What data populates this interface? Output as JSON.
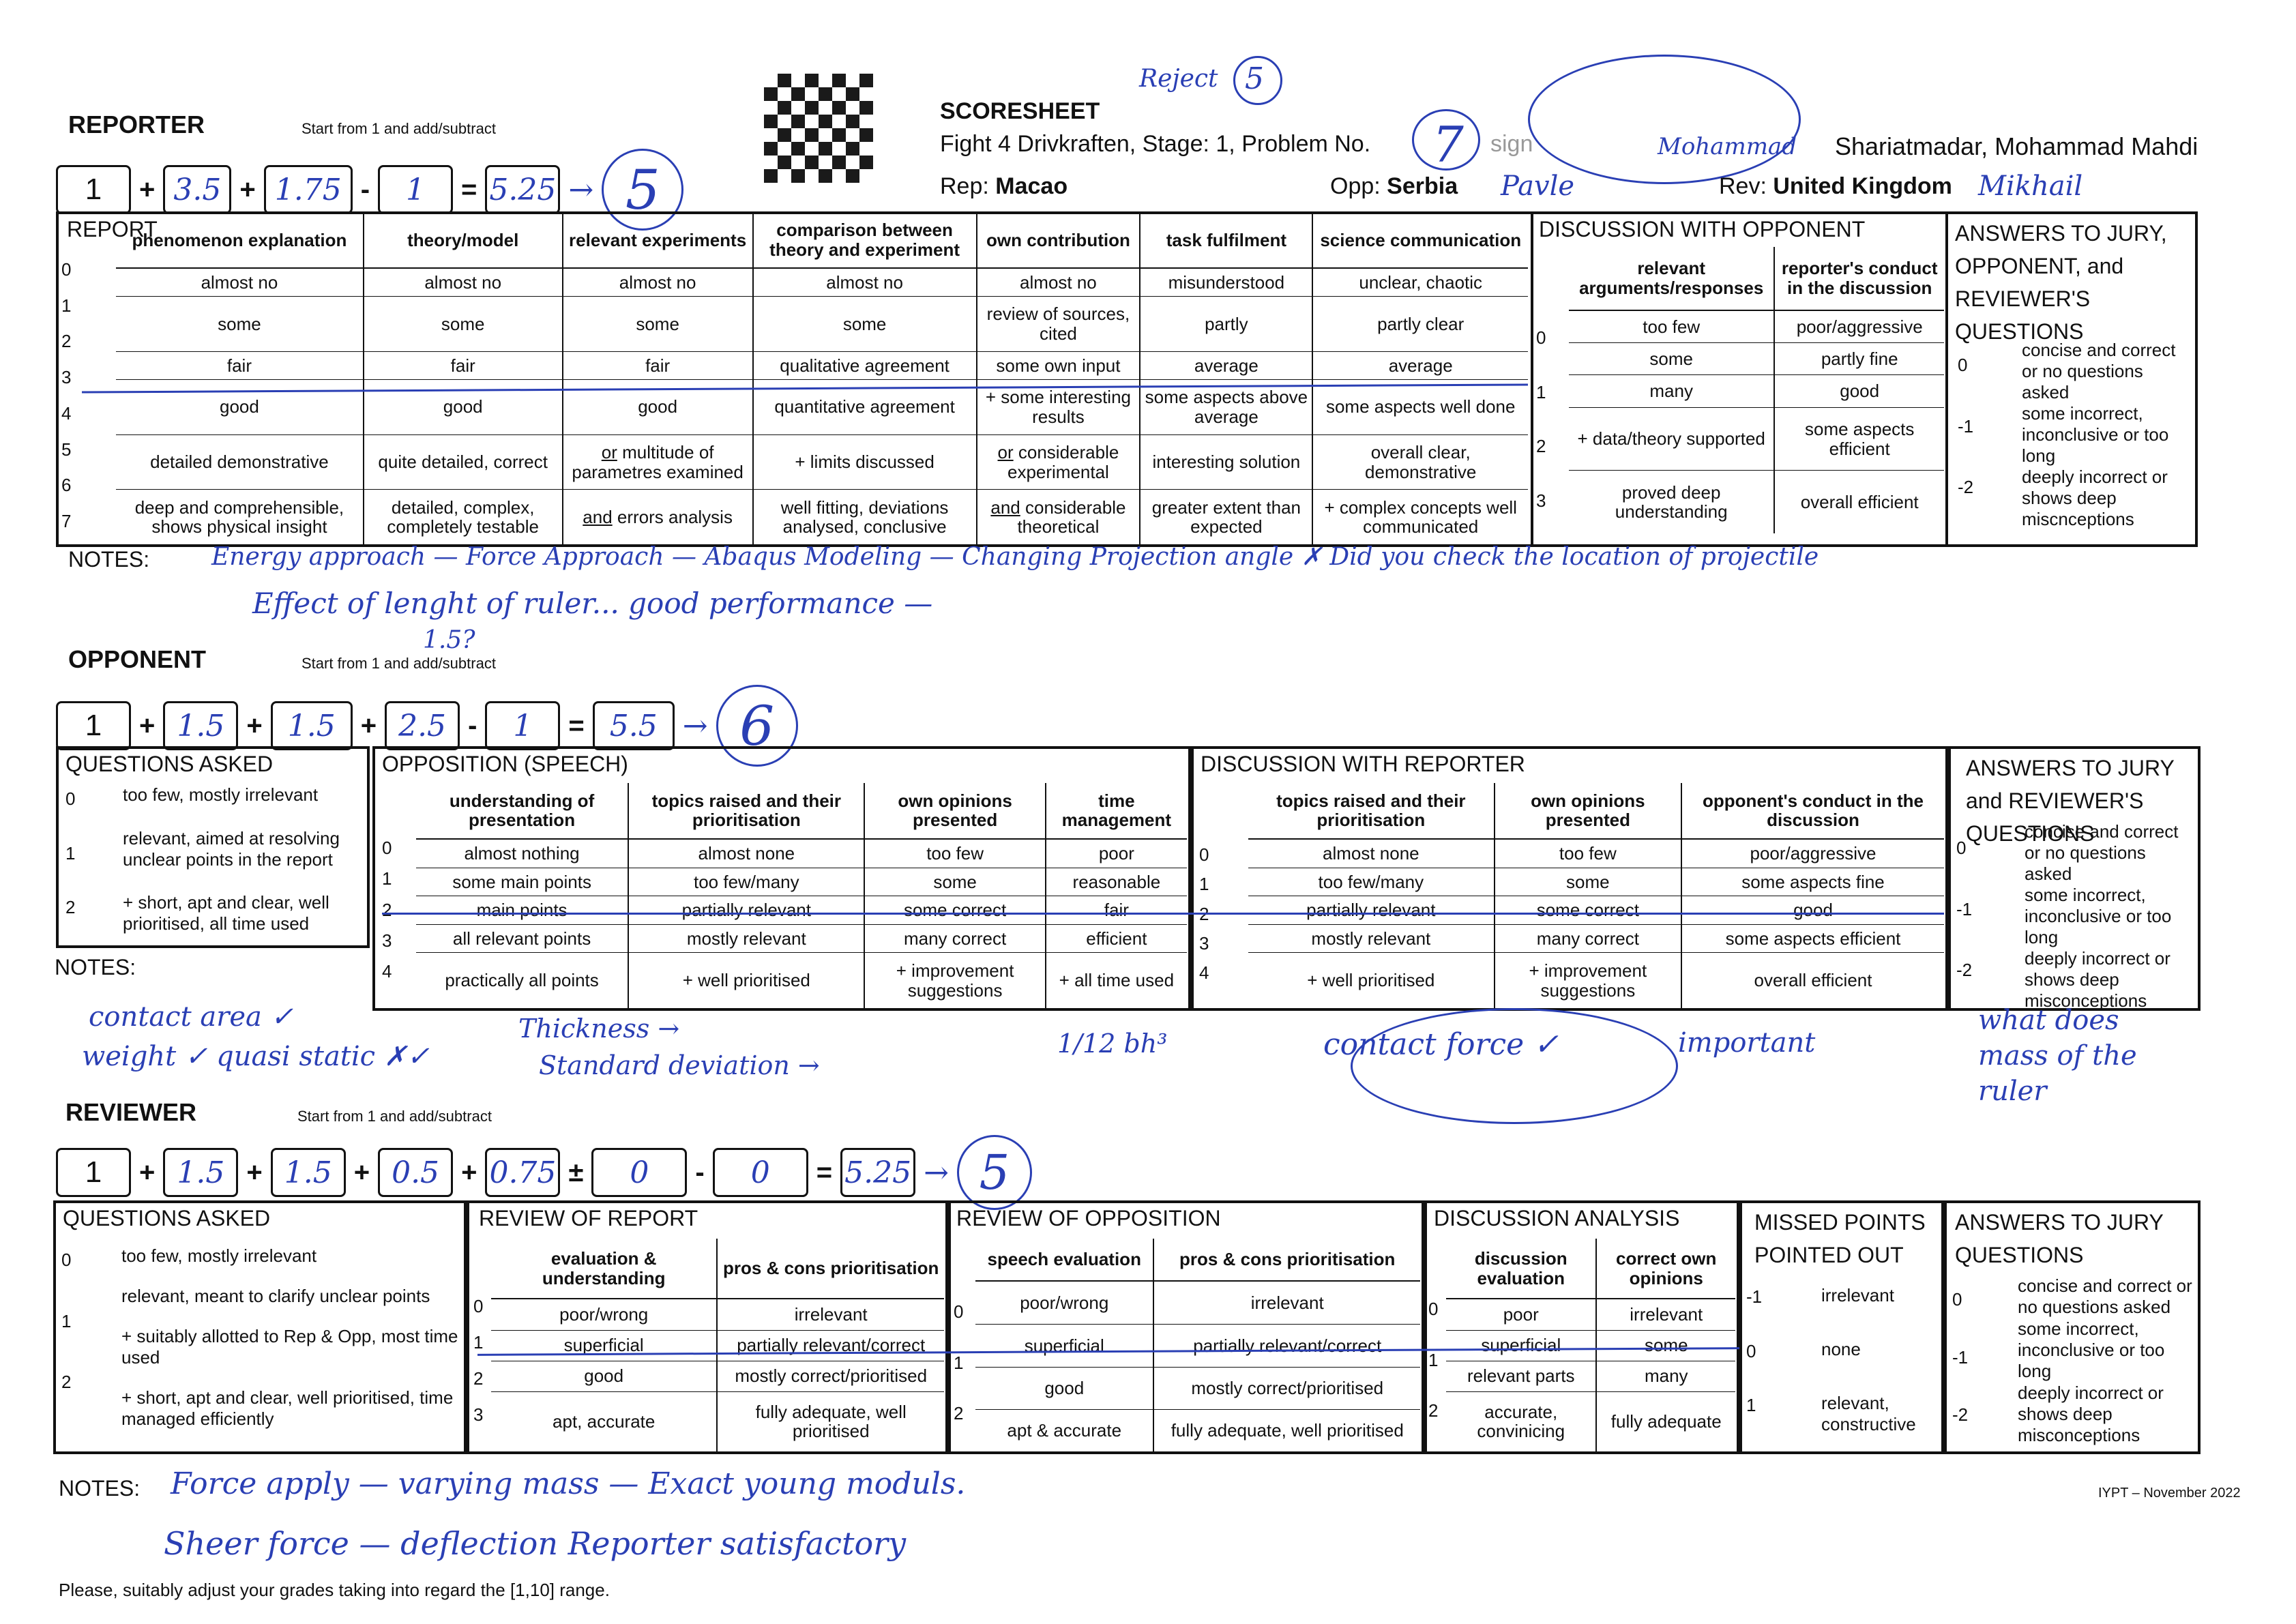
{
  "header": {
    "title": "SCORESHEET",
    "fight_line": "Fight 4 Drivkraften, Stage: 1, Problem No.",
    "problem_no": "7",
    "sign_label": "sign",
    "rep_label": "Rep:",
    "rep": "Macao",
    "opp_label": "Opp:",
    "opp": "Serbia",
    "rev_label": "Rev:",
    "rev": "United Kingdom",
    "juror": "Shariatmadar, Mohammad Mahdi",
    "hw_reject": "Reject",
    "hw_reject_num": "5",
    "hw_opp_name": "Pavle",
    "hw_rev_name": "Mikhail",
    "hw_signature": "Mohammad"
  },
  "reporter": {
    "title": "REPORTER",
    "hint": "Start from 1 and add/subtract",
    "boxes": [
      "1",
      "3.5",
      "1.75",
      "1",
      "5.25"
    ],
    "ops": [
      "+",
      "+",
      "-",
      "="
    ],
    "final": "5",
    "table_title": "REPORT",
    "headers": [
      "phenomenon explanation",
      "theory/model",
      "relevant experiments",
      "comparison between theory and experiment",
      "own contribution",
      "task fulfilment",
      "science communication"
    ],
    "rows": [
      [
        "almost no",
        "almost no",
        "almost no",
        "almost no",
        "almost no",
        "misunderstood",
        "unclear, chaotic"
      ],
      [
        "some",
        "some",
        "some",
        "some",
        "review of sources, cited",
        "partly",
        "partly clear"
      ],
      [
        "fair",
        "fair",
        "fair",
        "qualitative agreement",
        "some own input",
        "average",
        "average"
      ],
      [
        "good",
        "good",
        "good",
        "quantitative agreement",
        "+ some interesting results",
        "some aspects above average",
        "some aspects well done"
      ],
      [
        "detailed demonstrative",
        "quite detailed, correct",
        "multitude of parametres examined",
        "+ limits discussed",
        "considerable experimental",
        "interesting solution",
        "overall clear, demonstrative"
      ],
      [
        "deep and comprehensible, shows physical insight",
        "detailed, complex, completely testable",
        "errors analysis",
        "well fitting, deviations analysed, conclusive",
        "considerable theoretical",
        "greater extent than expected",
        "+ complex concepts well communicated"
      ]
    ],
    "scale": [
      "0",
      "1",
      "2",
      "3",
      "4",
      "5",
      "6",
      "7"
    ],
    "or": "or",
    "and": "and",
    "disc_title": "DISCUSSION WITH OPPONENT",
    "disc_headers": [
      "relevant arguments/responses",
      "reporter's conduct in the discussion"
    ],
    "disc_rows": [
      [
        "too few",
        "poor/aggressive"
      ],
      [
        "some",
        "partly fine"
      ],
      [
        "many",
        "good"
      ],
      [
        "+ data/theory supported",
        "some aspects efficient"
      ],
      [
        "proved deep understanding",
        "overall efficient"
      ]
    ],
    "disc_scale": [
      "0",
      "1",
      "2",
      "3"
    ],
    "ans_title": "ANSWERS TO JURY, OPPONENT, and REVIEWER'S QUESTIONS",
    "ans_items": [
      "concise and correct or no questions asked",
      "some incorrect, inconclusive or too long",
      "deeply incorrect or shows deep miscnceptions"
    ],
    "ans_scale": [
      "0",
      "-1",
      "-2"
    ],
    "notes_label": "NOTES:",
    "notes_1": "Energy approach — Force Approach — Abaqus Modeling — Changing Projection angle ✗ Did you check the location of projectile",
    "notes_2": "Effect of lenght of ruler... good performance —"
  },
  "opponent": {
    "title": "OPPONENT",
    "hint": "Start from 1 and add/subtract",
    "boxes": [
      "1",
      "1.5",
      "1.5",
      "2.5",
      "1",
      "5.5"
    ],
    "ops": [
      "+",
      "+",
      "+",
      "-",
      "="
    ],
    "final": "6",
    "hw_above": "1.5?",
    "q_title": "QUESTIONS ASKED",
    "q_items": [
      "too few, mostly irrelevant",
      "relevant, aimed at resolving unclear points in the report",
      "+ short, apt and clear, well prioritised, all time used"
    ],
    "q_scale": [
      "0",
      "1",
      "2"
    ],
    "speech_title": "OPPOSITION (SPEECH)",
    "speech_headers": [
      "understanding of presentation",
      "topics raised and their prioritisation",
      "own opinions presented",
      "time management"
    ],
    "speech_rows": [
      [
        "almost nothing",
        "almost none",
        "too few",
        "poor"
      ],
      [
        "some main points",
        "too few/many",
        "some",
        "reasonable"
      ],
      [
        "main points",
        "partially relevant",
        "some correct",
        "fair"
      ],
      [
        "all relevant points",
        "mostly relevant",
        "many correct",
        "efficient"
      ],
      [
        "practically all points",
        "+ well prioritised",
        "+ improvement suggestions",
        "+ all time used"
      ]
    ],
    "scale5": [
      "0",
      "1",
      "2",
      "3",
      "4"
    ],
    "disc_title": "DISCUSSION WITH REPORTER",
    "disc_headers": [
      "topics raised and their prioritisation",
      "own opinions presented",
      "opponent's conduct in the discussion"
    ],
    "disc_rows": [
      [
        "almost none",
        "too few",
        "poor/aggressive"
      ],
      [
        "too few/many",
        "some",
        "some aspects fine"
      ],
      [
        "partially relevant",
        "some correct",
        "good"
      ],
      [
        "mostly relevant",
        "many correct",
        "some aspects efficient"
      ],
      [
        "+ well prioritised",
        "+ improvement suggestions",
        "overall efficient"
      ]
    ],
    "ans_title": "ANSWERS TO JURY and REVIEWER'S QUESTIONS",
    "ans_items": [
      "concise and correct or no questions asked",
      "some incorrect, inconclusive or too long",
      "deeply incorrect or shows deep misconceptions"
    ],
    "ans_scale": [
      "0",
      "-1",
      "-2"
    ],
    "notes_label": "NOTES:",
    "hw_notes": [
      "contact area ✓",
      "weight ✓  quasi static ✗✓",
      "Thickness →",
      "Standard deviation →",
      "1/12 bh³",
      "contact force ✓",
      "important",
      "what does mass of the ruler"
    ]
  },
  "reviewer": {
    "title": "REVIEWER",
    "hint": "Start from 1 and add/subtract",
    "boxes": [
      "1",
      "1.5",
      "1.5",
      "0.5",
      "0.75",
      "0",
      "0",
      "5.25"
    ],
    "ops": [
      "+",
      "+",
      "+",
      "+",
      "±",
      "-",
      "="
    ],
    "final": "5",
    "q_title": "QUESTIONS ASKED",
    "q_items": [
      "too few, mostly irrelevant",
      "relevant, meant to clarify unclear points",
      "+ suitably allotted to Rep & Opp, most time used",
      "+ short, apt and clear, well prioritised, time managed efficiently"
    ],
    "q_scale": [
      "0",
      "1",
      "2"
    ],
    "rr_title": "REVIEW OF REPORT",
    "rr_headers": [
      "evaluation & understanding",
      "pros & cons prioritisation"
    ],
    "rr_rows": [
      [
        "poor/wrong",
        "irrelevant"
      ],
      [
        "superficial",
        "partially relevant/correct"
      ],
      [
        "good",
        "mostly correct/prioritised"
      ],
      [
        "apt, accurate",
        "fully adequate, well prioritised"
      ]
    ],
    "ro_title": "REVIEW OF OPPOSITION",
    "ro_headers": [
      "speech evaluation",
      "pros & cons prioritisation"
    ],
    "ro_rows": [
      [
        "poor/wrong",
        "irrelevant"
      ],
      [
        "superficial",
        "partially relevant/correct"
      ],
      [
        "good",
        "mostly correct/prioritised"
      ],
      [
        "apt & accurate",
        "fully adequate, well prioritised"
      ]
    ],
    "scale4": [
      "0",
      "1",
      "2",
      "3"
    ],
    "scale3": [
      "0",
      "1",
      "2"
    ],
    "da_title": "DISCUSSION ANALYSIS",
    "da_headers": [
      "discussion evaluation",
      "correct own opinions"
    ],
    "da_rows": [
      [
        "poor",
        "irrelevant"
      ],
      [
        "superficial",
        "some"
      ],
      [
        "relevant parts",
        "many"
      ],
      [
        "accurate, convinicing",
        "fully adequate"
      ]
    ],
    "mp_title": "MISSED POINTS POINTED OUT",
    "mp_items": [
      "irrelevant",
      "none",
      "relevant, constructive"
    ],
    "mp_scale": [
      "-1",
      "0",
      "1"
    ],
    "ans_title": "ANSWERS TO JURY QUESTIONS",
    "ans_items": [
      "concise and correct or no questions asked",
      "some incorrect, inconclusive or too long",
      "deeply incorrect or shows deep misconceptions"
    ],
    "ans_scale": [
      "0",
      "-1",
      "-2"
    ],
    "notes_label": "NOTES:",
    "notes_1": "Force apply — varying mass — Exact young moduls.",
    "notes_2": "Sheer force — deflection   Reporter satisfactory"
  },
  "footer": {
    "note": "Please, suitably adjust your grades taking into regard the [1,10] range.",
    "version": "IYPT – November 2022"
  }
}
